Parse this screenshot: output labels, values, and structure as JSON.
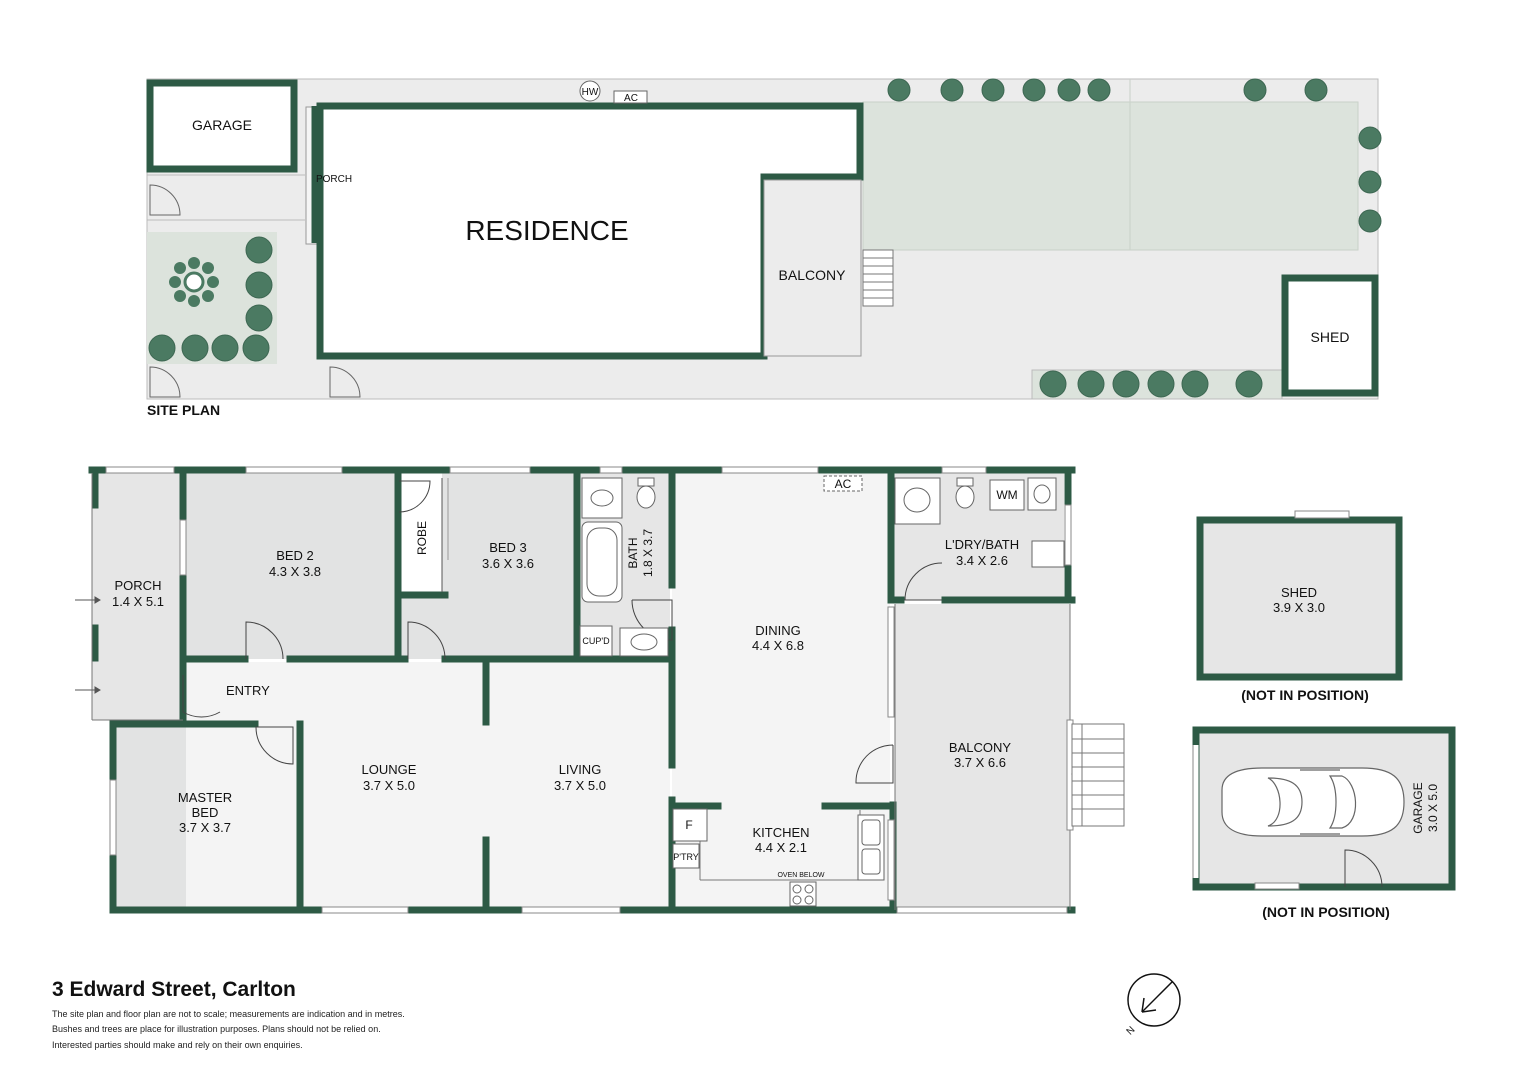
{
  "site_plan": {
    "heading": "SITE PLAN",
    "garage": "GARAGE",
    "porch": "PORCH",
    "residence": "RESIDENCE",
    "balcony": "BALCONY",
    "shed": "SHED",
    "hw": "HW",
    "ac": "AC"
  },
  "floor_plan": {
    "porch": {
      "name": "PORCH",
      "size": "1.4 X 5.1"
    },
    "bed2": {
      "name": "BED 2",
      "size": "4.3 X 3.8"
    },
    "robe": "ROBE",
    "bed3": {
      "name": "BED 3",
      "size": "3.6 X 3.6"
    },
    "bath": {
      "name": "BATH",
      "size": "1.8 X 3.7"
    },
    "cupd": "CUP'D",
    "dining": {
      "name": "DINING",
      "size": "4.4 X 6.8"
    },
    "ac": "AC",
    "laundry": {
      "name": "L'DRY/BATH",
      "size": "3.4 X 2.6"
    },
    "wm": "WM",
    "entry": "ENTRY",
    "master": {
      "name_line1": "MASTER",
      "name_line2": "BED",
      "size": "3.7 X 3.7"
    },
    "lounge": {
      "name": "LOUNGE",
      "size": "3.7 X 5.0"
    },
    "living": {
      "name": "LIVING",
      "size": "3.7 X 5.0"
    },
    "kitchen": {
      "name": "KITCHEN",
      "size": "4.4 X 2.1"
    },
    "fridge": "F",
    "pantry": "P'TRY",
    "oven": "OVEN BELOW",
    "balcony": {
      "name": "BALCONY",
      "size": "3.7 X 6.6"
    }
  },
  "shed_plan": {
    "name": "SHED",
    "size": "3.9 X 3.0",
    "note": "(NOT IN POSITION)"
  },
  "garage_plan": {
    "name": "GARAGE",
    "size": "3.0 X 5.0",
    "note": "(NOT IN POSITION)"
  },
  "address": "3 Edward Street, Carlton",
  "disclaimer": [
    "The site plan and floor plan are not to scale; measurements are indication and in metres.",
    "Bushes and trees are place for illustration purposes. Plans should not be relied on.",
    "Interested parties should make and rely on their own enquiries."
  ],
  "compass": "N",
  "colors": {
    "wall": "#2d5a45",
    "floor": "#ececec",
    "bed": "#dfe0e0",
    "lawn": "#dce3dc",
    "tree": "#4b7a62"
  }
}
